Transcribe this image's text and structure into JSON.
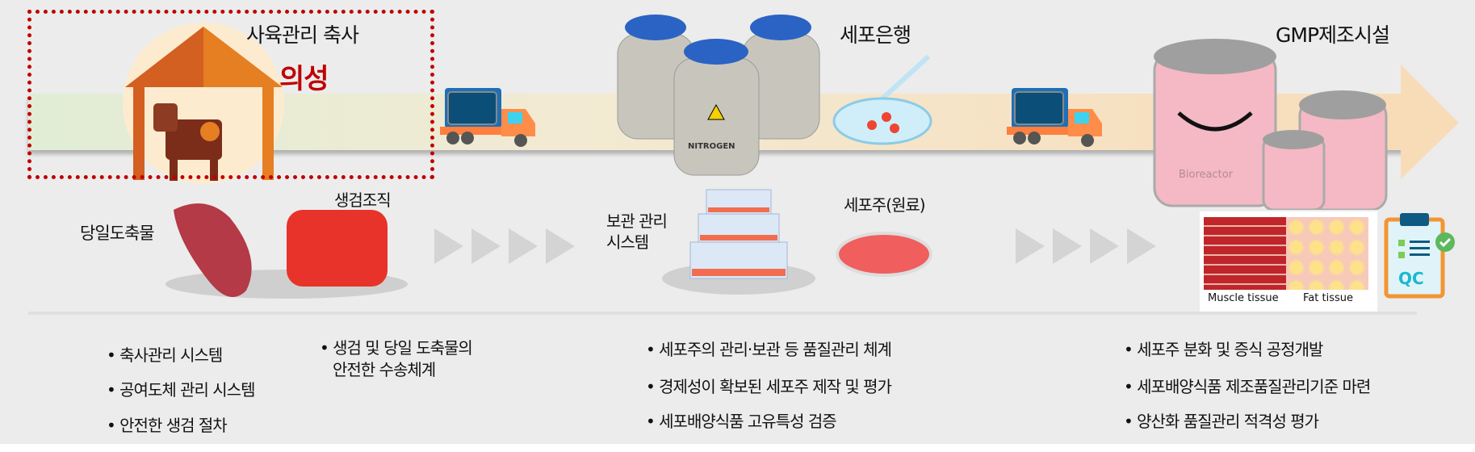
{
  "stages": {
    "farm": {
      "title": "사육관리 축사",
      "location": "의성"
    },
    "cell_bank": {
      "title": "세포은행"
    },
    "gmp": {
      "title": "GMP제조시설"
    }
  },
  "labels": {
    "same_day_slaughter": "당일도축물",
    "biopsy_tissue": "생검조직",
    "storage_system_line1": "보관 관리",
    "storage_system_line2": "시스템",
    "cell_line": "세포주(원료)",
    "muscle_tissue": "Muscle tissue",
    "fat_tissue": "Fat tissue",
    "qc": "QC",
    "bioreactor": "Bioreactor",
    "nitrogen": "NITROGEN"
  },
  "colors": {
    "accent_red": "#c00000",
    "band_start": "#e1edd6",
    "band_end": "#f8dcb8"
  },
  "bullets": {
    "col1": [
      "• 축사관리 시스템",
      "• 공여도체 관리 시스템",
      "• 안전한 생검 절차"
    ],
    "col2": [
      "• 생검 및 당일 도축물의",
      "안전한 수송체계"
    ],
    "col3": [
      "• 세포주의 관리·보관 등 품질관리 체계",
      "• 경제성이 확보된 세포주 제작 및 평가",
      "• 세포배양식품 고유특성 검증"
    ],
    "col4": [
      "• 세포주 분화 및 증식 공정개발",
      "• 세포배양식품 제조품질관리기준 마련",
      "• 양산화 품질관리 적격성 평가"
    ]
  }
}
